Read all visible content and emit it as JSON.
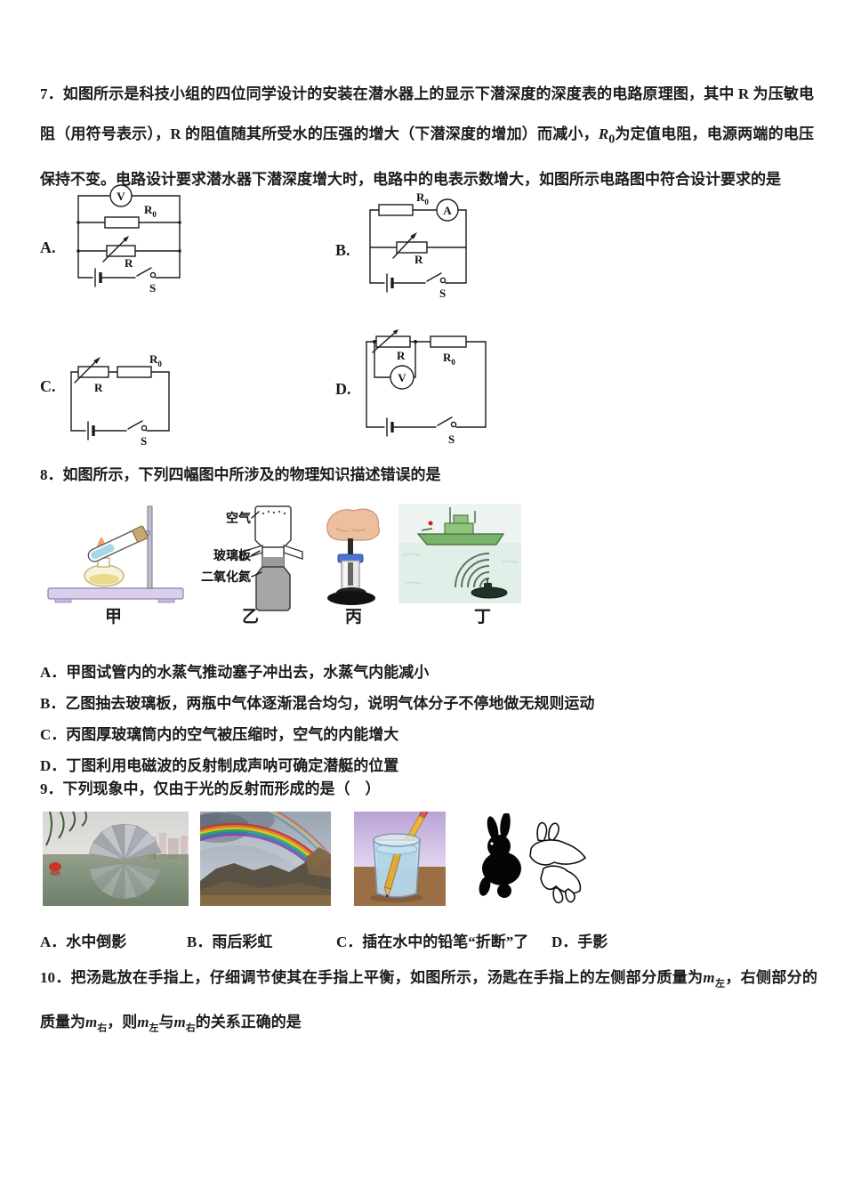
{
  "page": {
    "background": "#ffffff"
  },
  "q7": {
    "stem_p1": "7．如图所示是科技小组的四位同学设计的安装在潜水器上的显示下潜深度的深度表的电路原理图，其中 R 为压敏电阻（用符号表示），R 的阻值随其所受水的压强的增大（下潜深度的增加）而减小，",
    "r0_base": "R",
    "r0_sub": "0",
    "stem_p2": "为定值电阻，电源两端的电压保持不变。电路设计要求潜水器下潜深度增大时，电路中的电表示数增大，如图所示电路图中符合设计要求的是",
    "option_labels": [
      "A.",
      "B.",
      "C.",
      "D."
    ]
  },
  "symbols": {
    "voltmeter": "V",
    "ammeter": "A",
    "resistor": "R",
    "r0_base": "R",
    "r0_sub": "0",
    "switch": "S"
  },
  "q8": {
    "stem": "8．如图所示，下列四幅图中所涉及的物理知识描述错误的是",
    "figure_labels": {
      "air": "空气",
      "glass_plate": "玻璃板",
      "nitrogen_dioxide": "二氧化氮"
    },
    "captions": [
      "甲",
      "乙",
      "丙",
      "丁"
    ],
    "options": [
      "A．甲图试管内的水蒸气推动塞子冲出去，水蒸气内能减小",
      "B．乙图抽去玻璃板，两瓶中气体逐渐混合均匀，说明气体分子不停地做无规则运动",
      "C．丙图厚玻璃筒内的空气被压缩时，空气的内能增大",
      "D．丁图利用电磁波的反射制成声呐可确定潜艇的位置"
    ]
  },
  "q9": {
    "stem": "9．下列现象中，仅由于光的反射而形成的是（　）",
    "options": [
      "A．水中倒影",
      "B．雨后彩虹",
      "C．插在水中的铅笔“折断”了",
      "D．手影"
    ]
  },
  "q10": {
    "p1": "10．把汤匙放在手指上，仔细调节使其在手指上平衡，如图所示，汤匙在手指上的左侧部分质量为",
    "m1": "m",
    "s1": "左",
    "p2": "，右侧部分的质量为",
    "m2": "m",
    "s2": "右",
    "p3": "，则",
    "m3": "m",
    "s3": "左",
    "p4": "与",
    "m4": "m",
    "s4": "右",
    "p5": "的关系正确的是"
  }
}
